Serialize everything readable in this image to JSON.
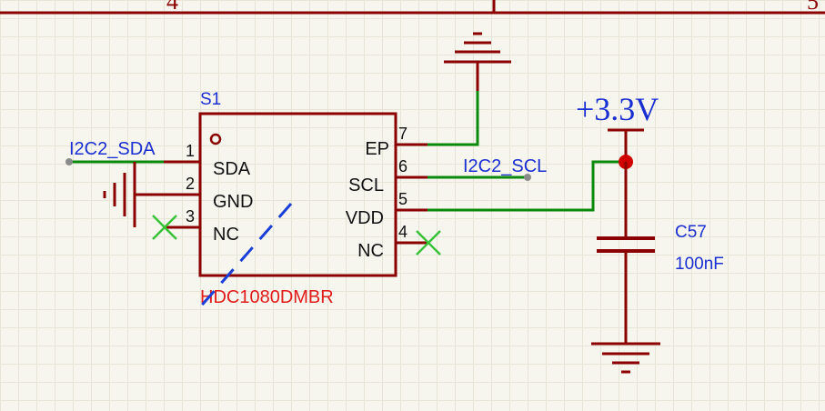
{
  "sheet": {
    "zone_left": "4",
    "zone_right": "5"
  },
  "component": {
    "designator": "S1",
    "part_number": "HDC1080DMBR",
    "pins_left": [
      {
        "number": "1",
        "name": "SDA"
      },
      {
        "number": "2",
        "name": "GND"
      },
      {
        "number": "3",
        "name": "NC"
      }
    ],
    "pins_right": [
      {
        "number": "7",
        "name": "EP"
      },
      {
        "number": "6",
        "name": "SCL"
      },
      {
        "number": "5",
        "name": "VDD"
      },
      {
        "number": "4",
        "name": "NC"
      }
    ]
  },
  "nets": {
    "sda": "I2C2_SDA",
    "scl": "I2C2_SCL",
    "power": "+3.3V"
  },
  "capacitor": {
    "designator": "C57",
    "value": "100nF"
  },
  "colors": {
    "wire": "#0a8a0a",
    "component": "#8b0000",
    "net_label": "#1a2fd0",
    "part_value": "#e01b1b",
    "no_connect": "#38c238",
    "junction": "#d00000",
    "background": "#f7f6ee"
  }
}
